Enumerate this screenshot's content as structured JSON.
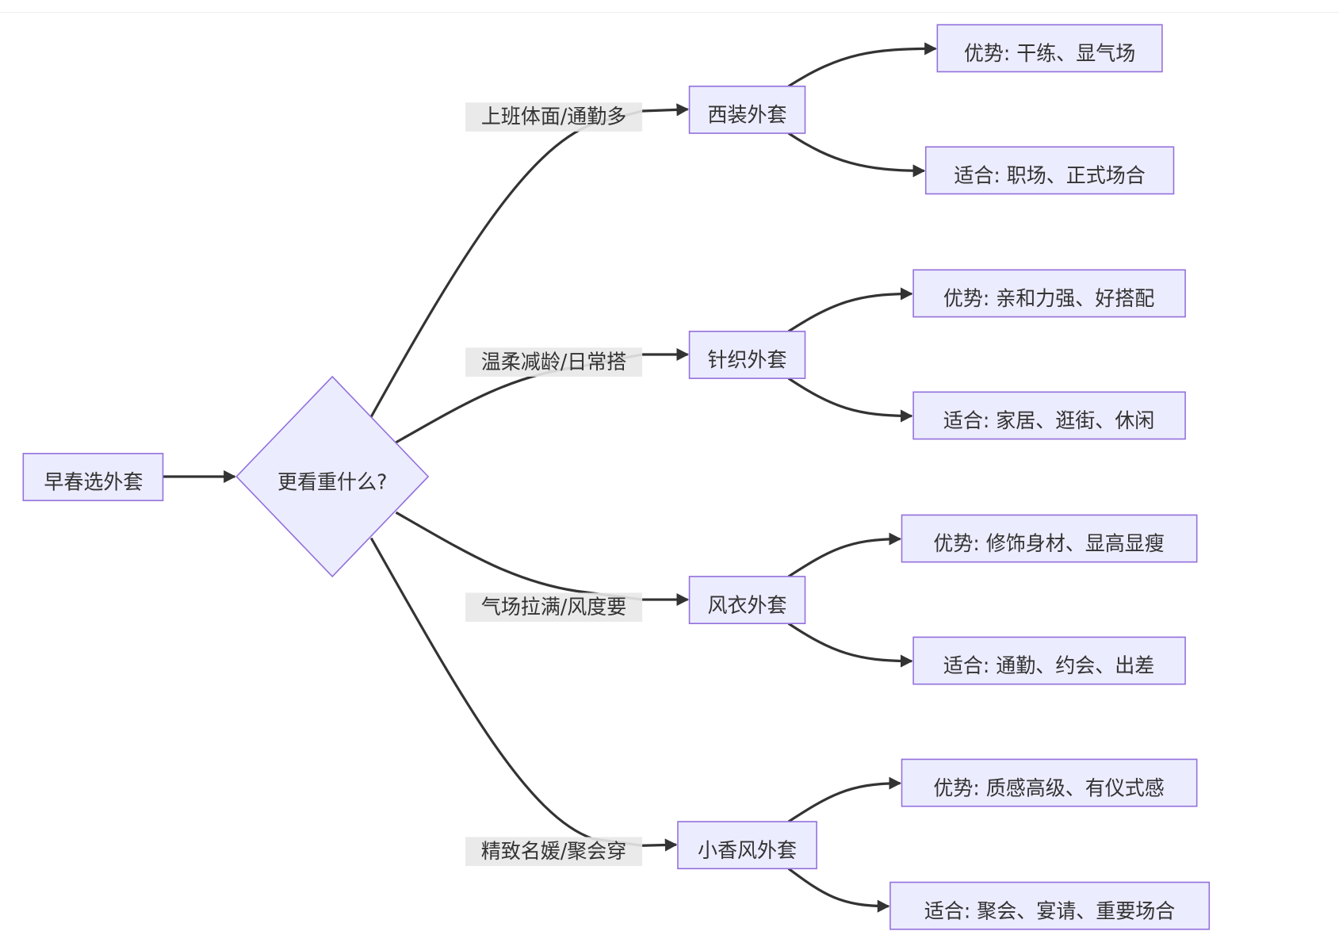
{
  "colors": {
    "node_fill": "#ECECFF",
    "node_stroke": "#9370DB",
    "edge": "#333333",
    "text": "#333333",
    "edge_label_bg": "#e8e8e8"
  },
  "start": {
    "label": "早春选外套"
  },
  "decision": {
    "label": "更看重什么?"
  },
  "branches": [
    {
      "edge_label": "上班体面/通勤多",
      "node": "西装外套",
      "advantage": "优势: 干练、显气场",
      "suitable": "适合: 职场、正式场合"
    },
    {
      "edge_label": "温柔减龄/日常搭",
      "node": "针织外套",
      "advantage": "优势: 亲和力强、好搭配",
      "suitable": "适合: 家居、逛街、休闲"
    },
    {
      "edge_label": "气场拉满/风度要",
      "node": "风衣外套",
      "advantage": "优势: 修饰身材、显高显瘦",
      "suitable": "适合: 通勤、约会、出差"
    },
    {
      "edge_label": "精致名媛/聚会穿",
      "node": "小香风外套",
      "advantage": "优势: 质感高级、有仪式感",
      "suitable": "适合: 聚会、宴请、重要场合"
    }
  ]
}
